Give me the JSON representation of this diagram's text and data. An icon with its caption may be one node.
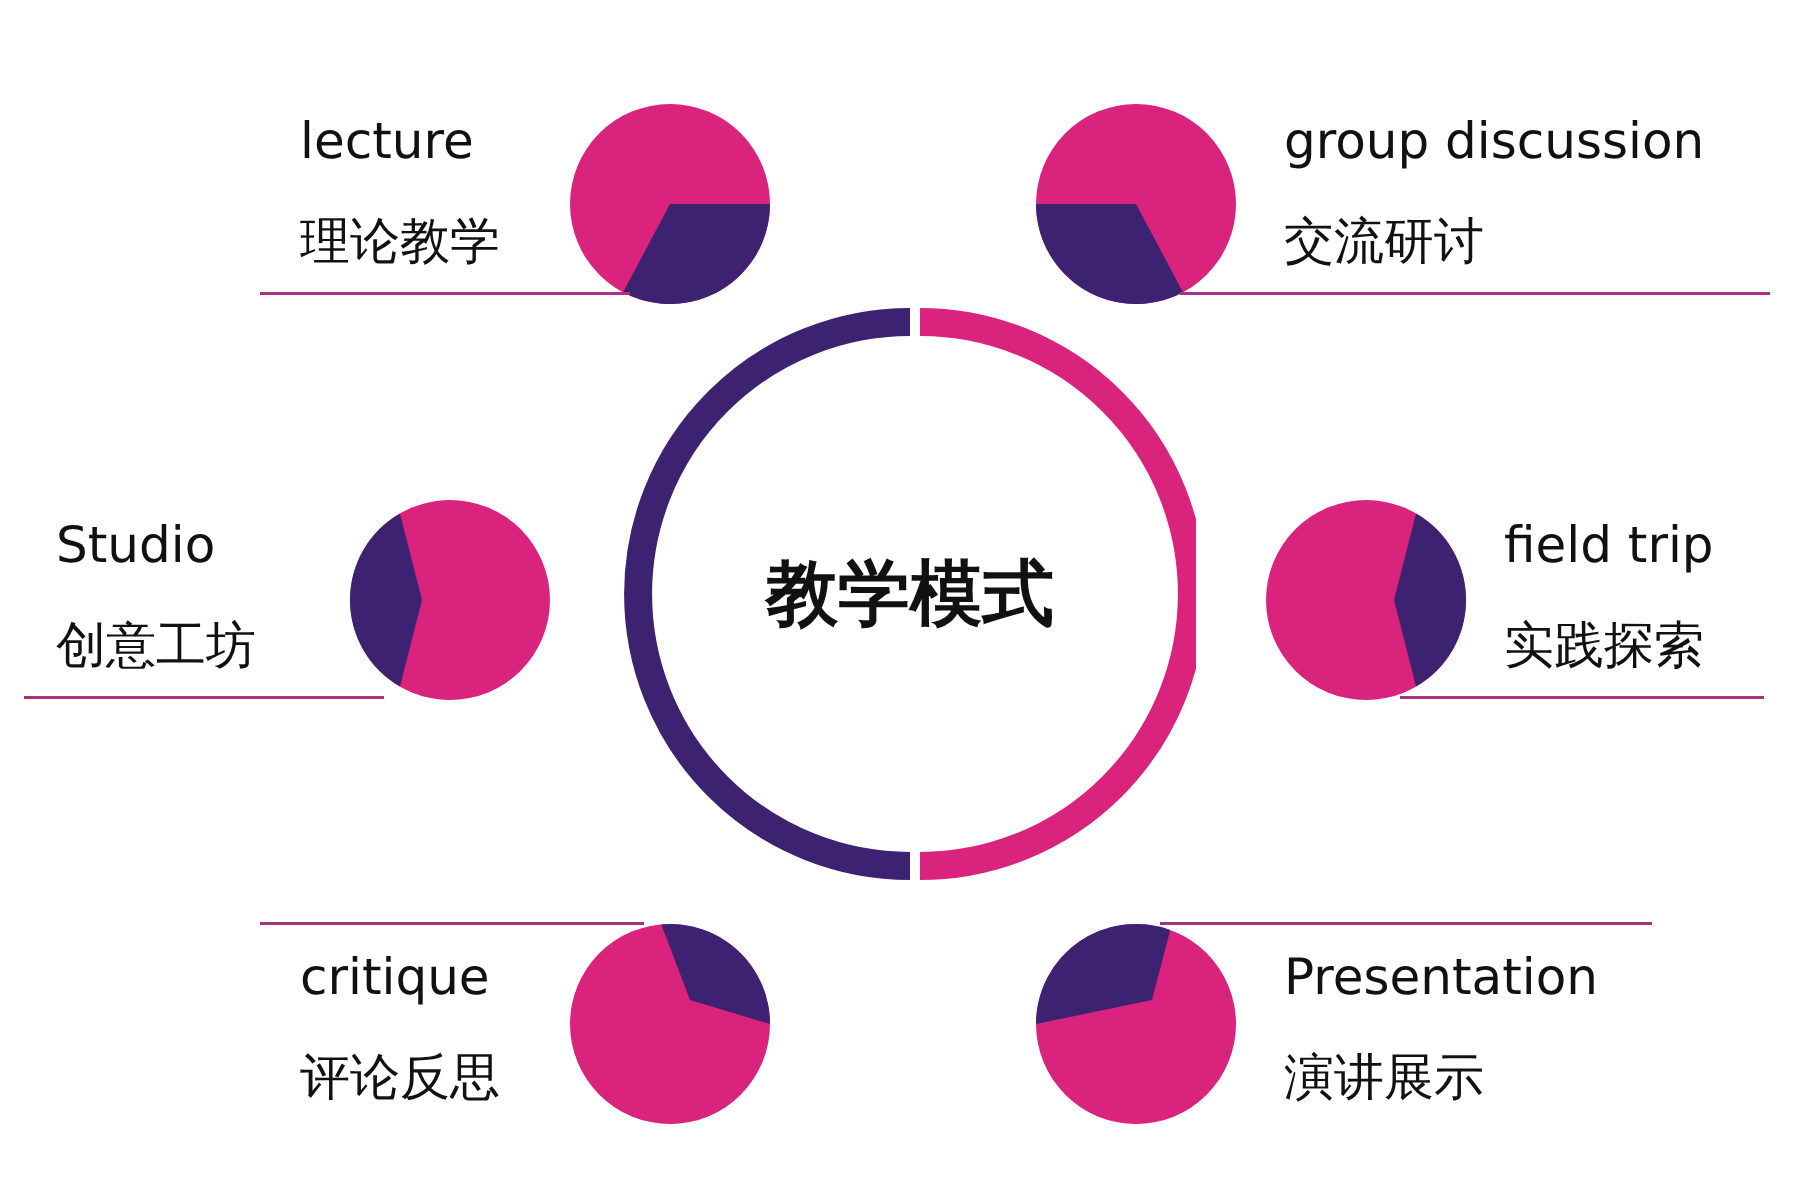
{
  "diagram": {
    "nodes": [
      {
        "text": [
          "教学模式"
        ]
      }
    ],
    "labels": [
      "lecture",
      "理论教学",
      "group discussion",
      "交流研讨",
      "Studio",
      "创意工坊",
      "field trip",
      "实践探索",
      "critique",
      "评论反思",
      "Presentation",
      "演讲展示"
    ]
  }
}
